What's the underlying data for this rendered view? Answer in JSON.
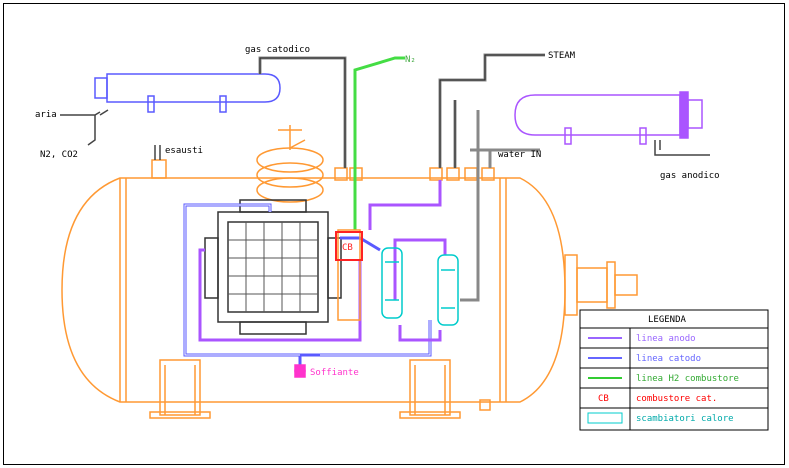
{
  "labels": {
    "gas_catodico": "gas catodico",
    "n2": "N₂",
    "steam": "STEAM",
    "aria": "aria",
    "n2_co2": "N2, CO2",
    "esausti": "esausti",
    "water_in": "water IN",
    "gas_anodico": "gas anodico",
    "soffiante": "Soffiante"
  },
  "legend": {
    "title": "LEGENDA",
    "items": [
      {
        "label": "linea anodo",
        "color": "#9966ff"
      },
      {
        "label": "linea catodo",
        "color": "#6666ff"
      },
      {
        "label": "linea H2 combustore",
        "color": "#33cc33"
      },
      {
        "label": "combustore cat.",
        "color": "#ff0000",
        "symbol": "CB"
      },
      {
        "label": "scambiatori calore",
        "color": "#00cccc"
      }
    ]
  },
  "colors": {
    "vessel": "#ff9933",
    "cathode": "#5a5aff",
    "anode": "#aa55ff",
    "h2": "#44dd44",
    "steam": "#888888",
    "exchanger": "#00cccc",
    "combustor": "#ff2222",
    "blower": "#ff33cc"
  }
}
